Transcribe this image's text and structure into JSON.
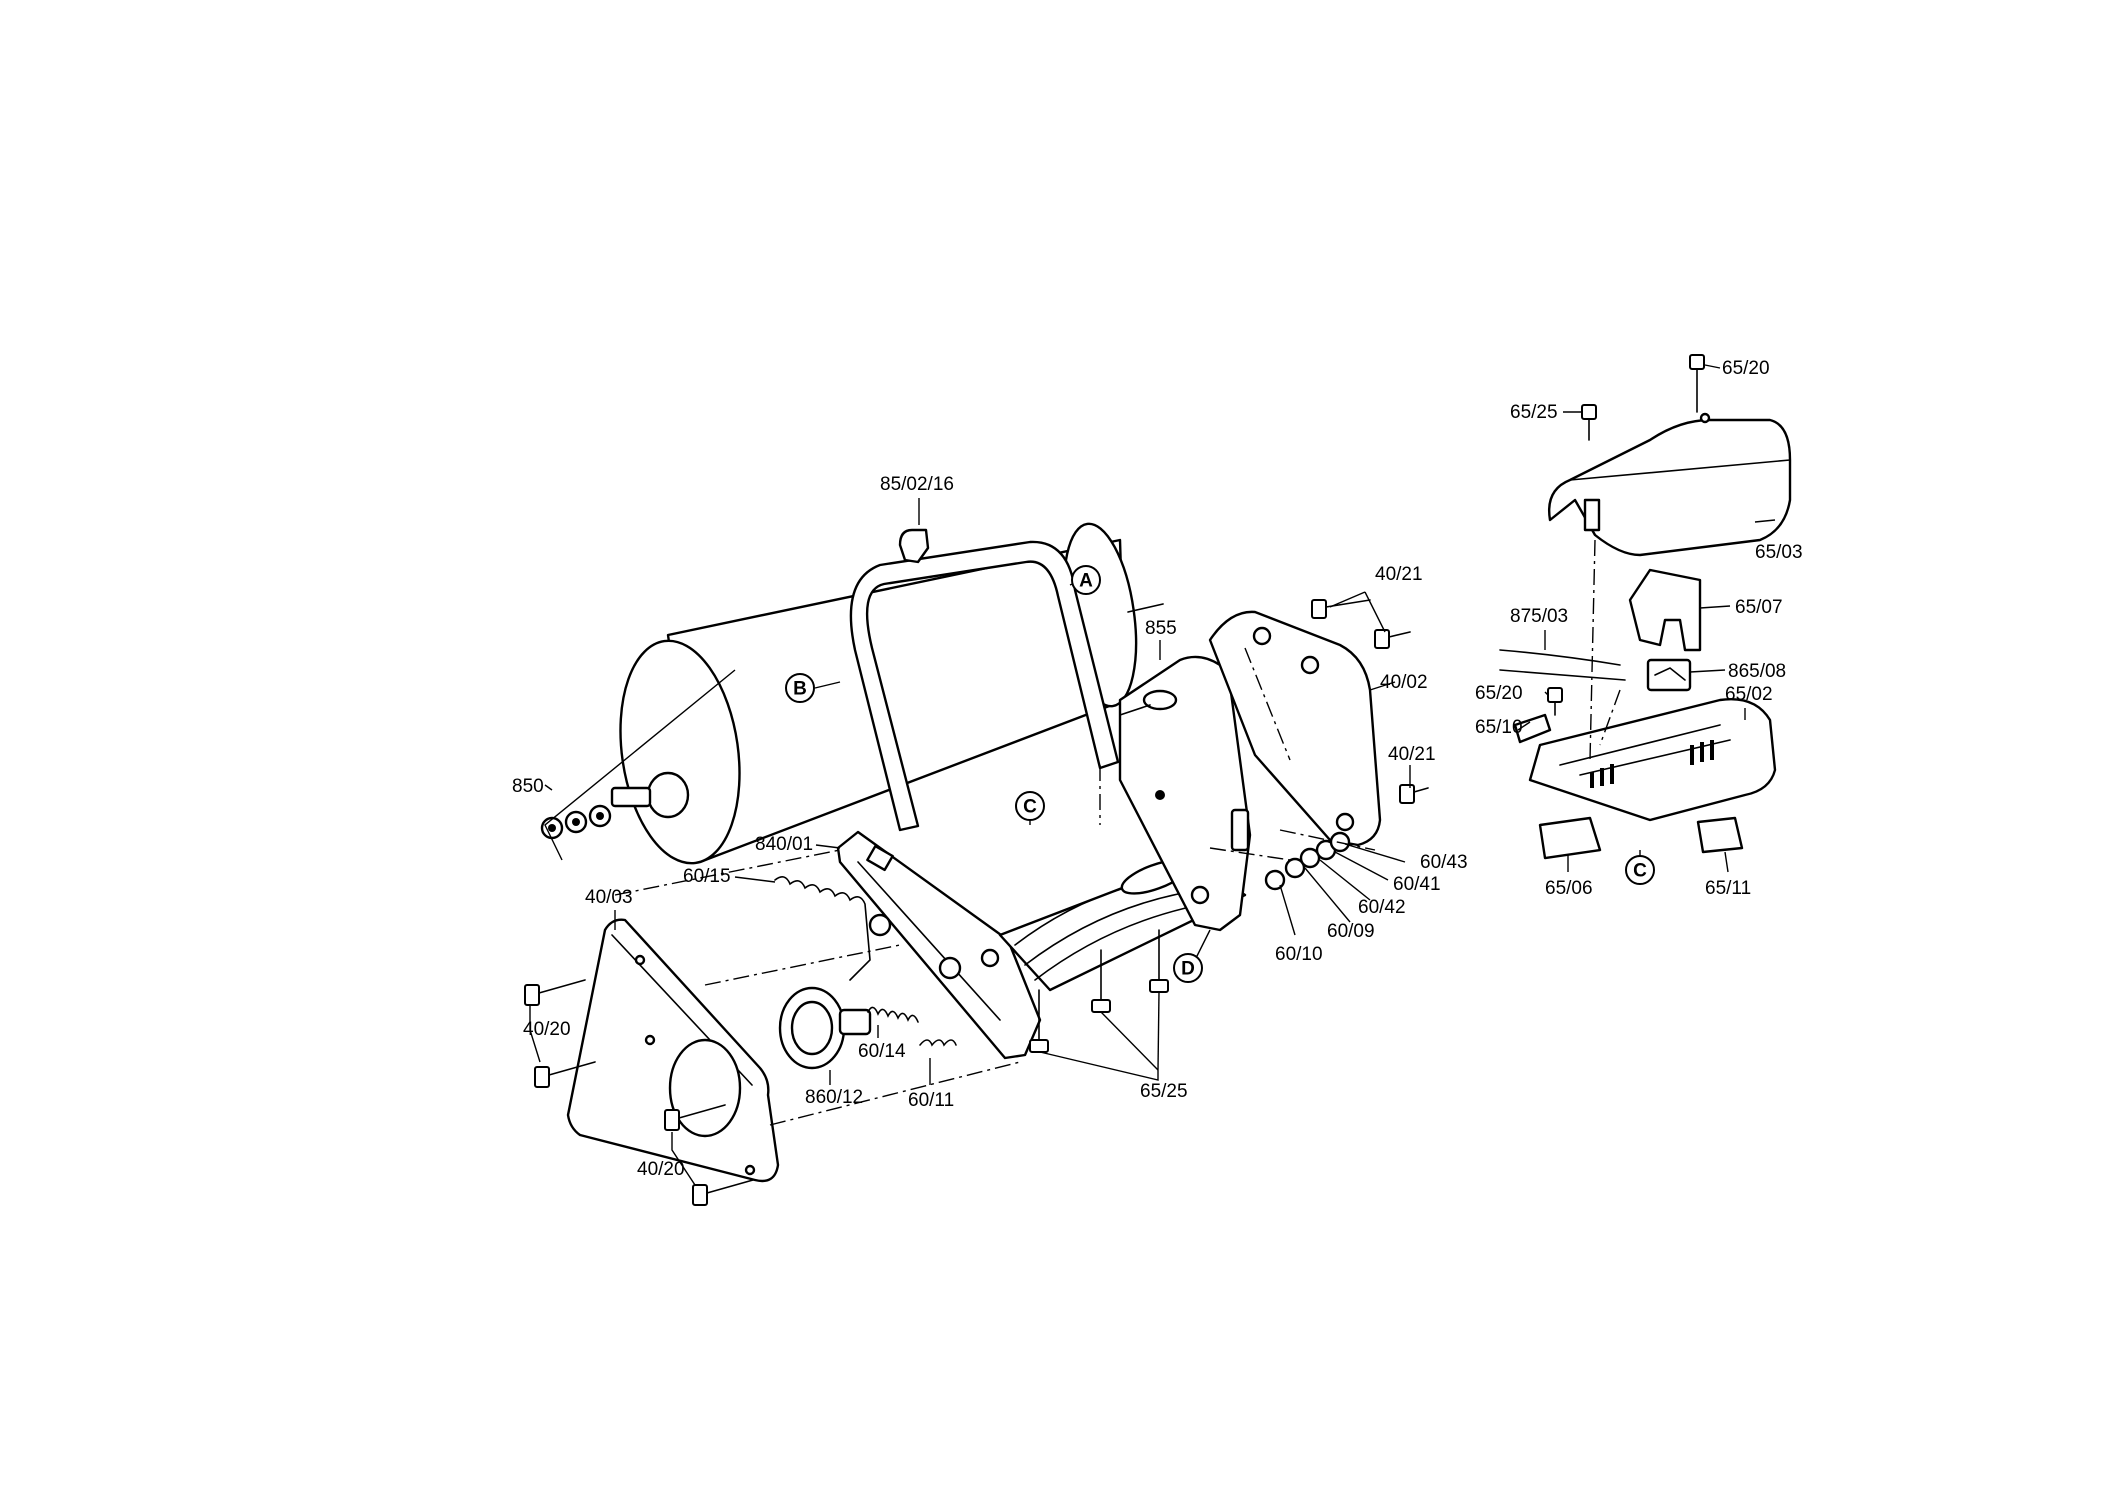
{
  "labels": {
    "l_85_02_16": "85/02/16",
    "l_850": "850",
    "l_855": "855",
    "l_840_01": "840/01",
    "l_60_15": "60/15",
    "l_40_03": "40/03",
    "l_40_20_a": "40/20",
    "l_40_20_b": "40/20",
    "l_860_12": "860/12",
    "l_60_14": "60/14",
    "l_60_11": "60/11",
    "l_65_25_a": "65/25",
    "l_40_21_a": "40/21",
    "l_40_21_b": "40/21",
    "l_40_02": "40/02",
    "l_60_43": "60/43",
    "l_60_41": "60/41",
    "l_60_42": "60/42",
    "l_60_09": "60/09",
    "l_60_10": "60/10",
    "l_65_20_a": "65/20",
    "l_65_25_b": "65/25",
    "l_65_03": "65/03",
    "l_65_07": "65/07",
    "l_875_03": "875/03",
    "l_865_08": "865/08",
    "l_65_20_b": "65/20",
    "l_65_10": "65/10",
    "l_65_02": "65/02",
    "l_65_06": "65/06",
    "l_65_11": "65/11"
  },
  "callouts": {
    "A": "A",
    "B": "B",
    "C1": "C",
    "C2": "C",
    "D": "D"
  }
}
